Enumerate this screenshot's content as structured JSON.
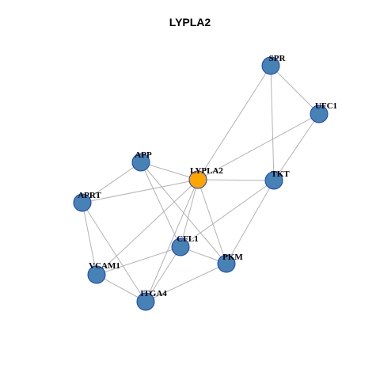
{
  "title": "LYPLA2",
  "colors": {
    "node_default": "#4682b4",
    "node_focus": "#ffa500",
    "node_border": "#1f3fbf",
    "edge": "#b3b3b3"
  },
  "nodes": [
    {
      "id": "SPR",
      "label": "SPR",
      "focus": false
    },
    {
      "id": "UFC1",
      "label": "UFC1",
      "focus": false
    },
    {
      "id": "APP",
      "label": "APP",
      "focus": false
    },
    {
      "id": "LYPLA2",
      "label": "LYPLA2",
      "focus": true
    },
    {
      "id": "TKT",
      "label": "TKT",
      "focus": false
    },
    {
      "id": "APRT",
      "label": "APRT",
      "focus": false
    },
    {
      "id": "CFL1",
      "label": "CFL1",
      "focus": false
    },
    {
      "id": "PKM",
      "label": "PKM",
      "focus": false
    },
    {
      "id": "VCAM1",
      "label": "VCAM1",
      "focus": false
    },
    {
      "id": "ITGA4",
      "label": "ITGA4",
      "focus": false
    }
  ],
  "edges": [
    [
      "SPR",
      "UFC1"
    ],
    [
      "SPR",
      "LYPLA2"
    ],
    [
      "SPR",
      "TKT"
    ],
    [
      "UFC1",
      "LYPLA2"
    ],
    [
      "UFC1",
      "TKT"
    ],
    [
      "APP",
      "LYPLA2"
    ],
    [
      "APP",
      "APRT"
    ],
    [
      "APP",
      "CFL1"
    ],
    [
      "APP",
      "PKM"
    ],
    [
      "LYPLA2",
      "TKT"
    ],
    [
      "LYPLA2",
      "APRT"
    ],
    [
      "LYPLA2",
      "CFL1"
    ],
    [
      "LYPLA2",
      "PKM"
    ],
    [
      "LYPLA2",
      "VCAM1"
    ],
    [
      "LYPLA2",
      "ITGA4"
    ],
    [
      "TKT",
      "CFL1"
    ],
    [
      "TKT",
      "PKM"
    ],
    [
      "APRT",
      "VCAM1"
    ],
    [
      "APRT",
      "ITGA4"
    ],
    [
      "CFL1",
      "VCAM1"
    ],
    [
      "CFL1",
      "ITGA4"
    ],
    [
      "CFL1",
      "PKM"
    ],
    [
      "VCAM1",
      "ITGA4"
    ],
    [
      "ITGA4",
      "PKM"
    ]
  ]
}
